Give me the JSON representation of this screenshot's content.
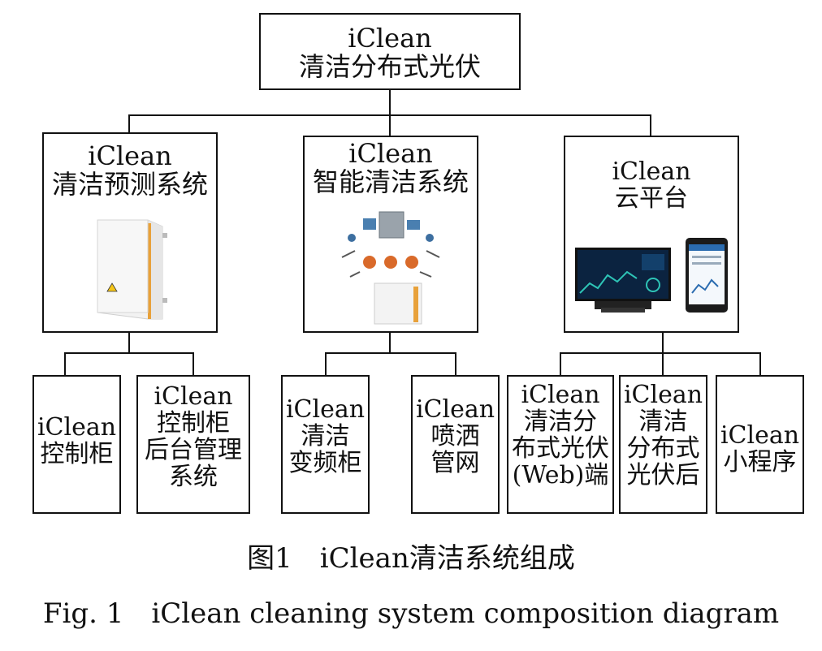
{
  "root": {
    "line1": "iClean",
    "line2": "清洁分布式光伏"
  },
  "level2": [
    {
      "line1": "iClean",
      "line2": "清洁预测系统"
    },
    {
      "line1": "iClean",
      "line2": "智能清洁系统"
    },
    {
      "line1": "iClean",
      "line2": "云平台"
    }
  ],
  "leaves": [
    {
      "lines": [
        "iClean",
        "控制柜"
      ]
    },
    {
      "lines": [
        "iClean",
        "控制柜",
        "后台管理",
        "系统"
      ]
    },
    {
      "lines": [
        "iClean",
        "清洁",
        "变频柜"
      ]
    },
    {
      "lines": [
        "iClean",
        "喷洒",
        "管网"
      ]
    },
    {
      "lines": [
        "iClean",
        "清洁分",
        "布式光伏",
        "(Web)端"
      ]
    },
    {
      "lines": [
        "iClean",
        "清洁",
        "分布式",
        "光伏后"
      ]
    },
    {
      "lines": [
        "iClean",
        "小程序"
      ]
    }
  ],
  "caption": {
    "cn": "图1　iClean清洁系统组成",
    "en": "Fig. 1　iClean cleaning system composition diagram"
  }
}
